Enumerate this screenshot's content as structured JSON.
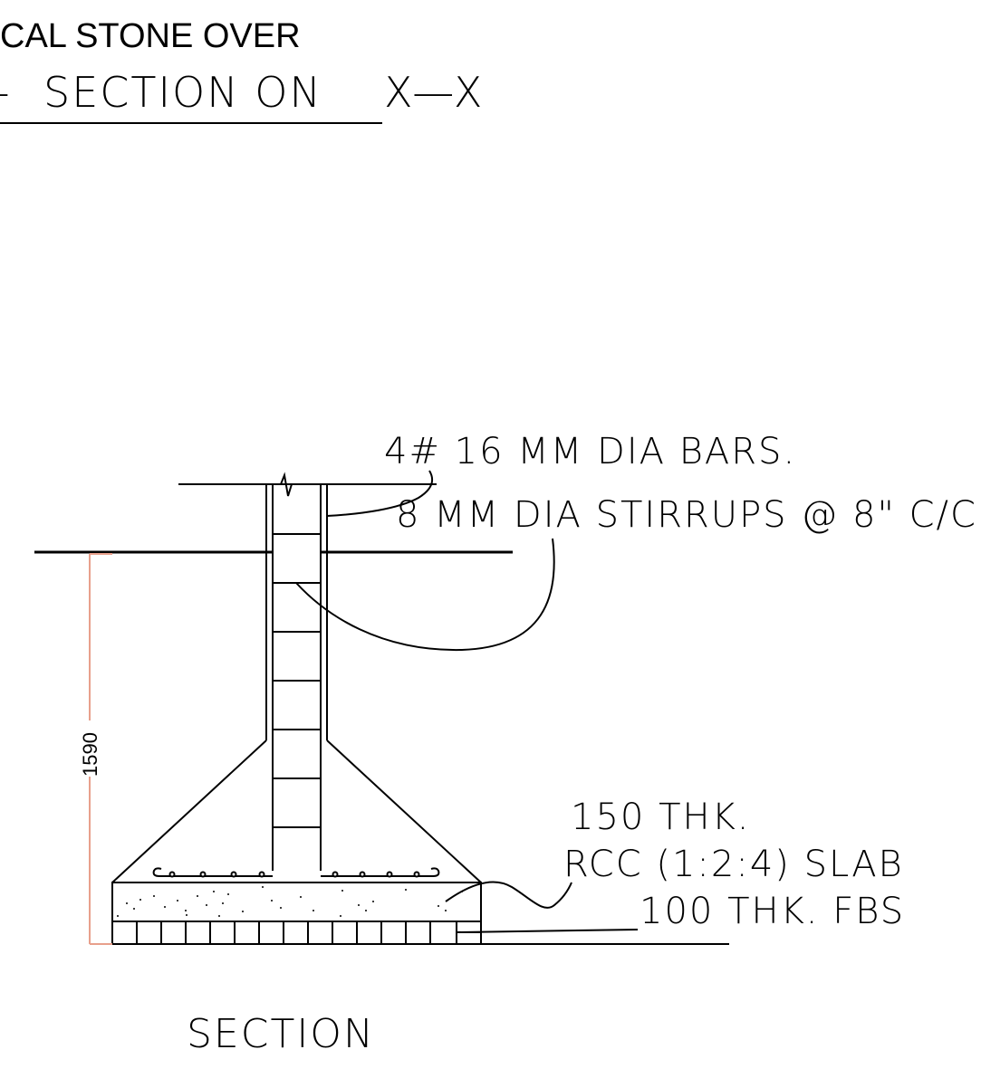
{
  "drawing": {
    "header_line": "CAL STONE OVER",
    "section_title_prefix": "-",
    "section_title": "SECTION  ON",
    "section_title_suffix": "X—X",
    "bottom_label": "SECTION"
  },
  "annotations": {
    "bars": "4# 16 MM DIA BARS.",
    "stirrups": "8 MM DIA STIRRUPS @ 8\" C/C.",
    "slab_thickness": "150 THK.",
    "slab_spec": "RCC (1:2:4) SLAB",
    "fbs": "100 THK. FBS"
  },
  "dimension": {
    "value": "1590",
    "color": "#e8a08c"
  }
}
